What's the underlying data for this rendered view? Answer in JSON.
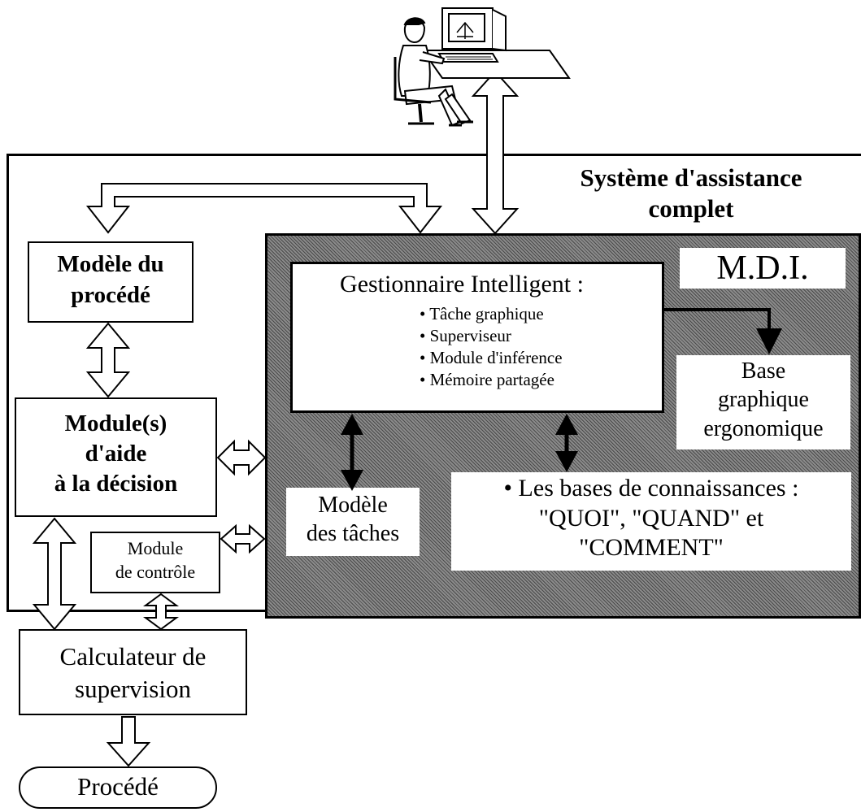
{
  "system_title": [
    "Système d'assistance",
    "complet"
  ],
  "mdi_label": "M.D.I.",
  "process_model": [
    "Modèle du",
    "procédé"
  ],
  "decision_module": [
    "Module(s)",
    "d'aide",
    "à la décision"
  ],
  "control_module": [
    "Module",
    "de contrôle"
  ],
  "supervision_computer": [
    "Calculateur de",
    "supervision"
  ],
  "process": "Procédé",
  "intelligent_manager": {
    "title": "Gestionnaire Intelligent :",
    "items": [
      "• Tâche graphique",
      "• Superviseur",
      "• Module d'inférence",
      "• Mémoire partagée"
    ]
  },
  "graphics_base": [
    "Base",
    "graphique",
    "ergonomique"
  ],
  "task_model": [
    "Modèle",
    "des tâches"
  ],
  "knowledge_bases": [
    "• Les bases de connaissances :",
    "\"QUOI\", \"QUAND\" et",
    "\"COMMENT\""
  ],
  "colors": {
    "ink": "#000000",
    "paper": "#ffffff",
    "hatch_dark": "#4a4a4a",
    "hatch_light": "#8a8a8a"
  },
  "icons": {
    "operator": "operator-at-workstation-icon"
  }
}
